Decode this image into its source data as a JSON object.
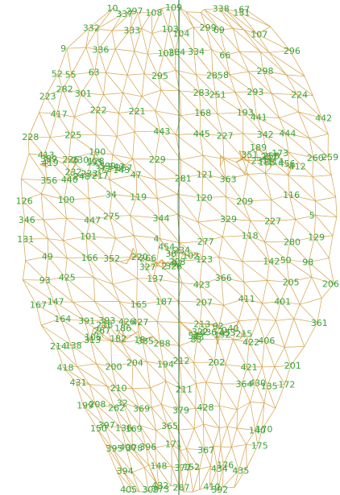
{
  "colors": {
    "mesh": "#d4a24a",
    "label": "#3aa23a",
    "midline": "#2d6e3a",
    "background": "#ffffff"
  },
  "labels": [
    "109",
    "10",
    "338",
    "67",
    "297",
    "108",
    "151",
    "337",
    "299",
    "332",
    "103",
    "69",
    "333",
    "104",
    "107",
    "9",
    "336",
    "296",
    "334",
    "284",
    "105",
    "66",
    "298",
    "63",
    "52",
    "55",
    "8",
    "285",
    "295",
    "282",
    "293",
    "283",
    "301",
    "251",
    "224",
    "223",
    "222",
    "221",
    "193",
    "168",
    "417",
    "441",
    "442",
    "443",
    "444",
    "445",
    "342",
    "225",
    "227",
    "228",
    "189",
    "190",
    "173",
    "351",
    "413",
    "258",
    "257",
    "259",
    "260",
    "389",
    "226",
    "229",
    "230",
    "231",
    "128",
    "114",
    "188",
    "195",
    "419",
    "456",
    "399",
    "412",
    "343",
    "357",
    "372",
    "143",
    "232",
    "233",
    "121",
    "47",
    "217",
    "248",
    "281",
    "363",
    "440",
    "356",
    "34",
    "116",
    "119",
    "120",
    "100",
    "126",
    "209",
    "5",
    "275",
    "344",
    "329",
    "346",
    "447",
    "227",
    "118",
    "101",
    "129",
    "4",
    "131",
    "277",
    "280",
    "454",
    "234",
    "36",
    "102",
    "49",
    "220",
    "166",
    "266",
    "352",
    "123",
    "50",
    "142",
    "203",
    "98",
    "97",
    "2",
    "326",
    "327",
    "425",
    "366",
    "137",
    "93",
    "205",
    "206",
    "423",
    "411",
    "401",
    "147",
    "187",
    "207",
    "165",
    "167",
    "164",
    "393",
    "391",
    "426",
    "427",
    "361",
    "213",
    "216",
    "92",
    "186",
    "40",
    "0",
    "267",
    "322",
    "436",
    "433",
    "215",
    "192",
    "57",
    "43",
    "106",
    "182",
    "83",
    "18",
    "313",
    "406",
    "335",
    "422",
    "288",
    "138",
    "214",
    "212",
    "202",
    "204",
    "194",
    "201",
    "200",
    "421",
    "418",
    "431",
    "430",
    "364",
    "172",
    "135",
    "210",
    "211",
    "32",
    "208",
    "199",
    "428",
    "262",
    "369",
    "379",
    "397",
    "365",
    "136",
    "150",
    "169",
    "170",
    "140",
    "171",
    "175",
    "396",
    "400",
    "378",
    "395",
    "367",
    "176",
    "148",
    "152",
    "377",
    "434",
    "435",
    "394",
    "432",
    "410",
    "287",
    "273",
    "392",
    "309",
    "405"
  ]
}
